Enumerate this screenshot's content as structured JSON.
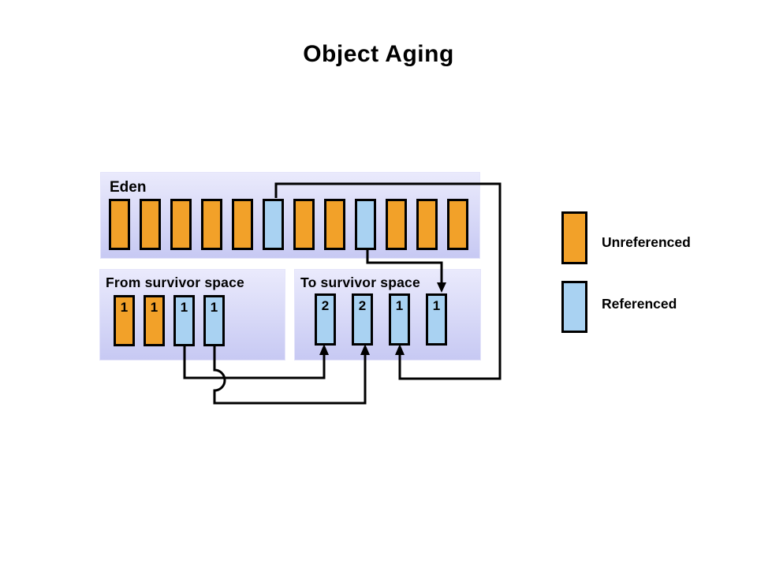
{
  "title": "Object Aging",
  "colors": {
    "unreferenced": "#F2A129",
    "referenced": "#A9D2F2",
    "region_top": "#EAEAFC",
    "region_bottom": "#C7C9F3",
    "outline": "#000000"
  },
  "eden": {
    "label": "Eden",
    "cells": [
      {
        "type": "unreferenced",
        "age": ""
      },
      {
        "type": "unreferenced",
        "age": ""
      },
      {
        "type": "unreferenced",
        "age": ""
      },
      {
        "type": "unreferenced",
        "age": ""
      },
      {
        "type": "unreferenced",
        "age": ""
      },
      {
        "type": "referenced",
        "age": ""
      },
      {
        "type": "unreferenced",
        "age": ""
      },
      {
        "type": "unreferenced",
        "age": ""
      },
      {
        "type": "referenced",
        "age": ""
      },
      {
        "type": "unreferenced",
        "age": ""
      },
      {
        "type": "unreferenced",
        "age": ""
      },
      {
        "type": "unreferenced",
        "age": ""
      }
    ]
  },
  "from_survivor": {
    "label": "From survivor space",
    "cells": [
      {
        "type": "unreferenced",
        "age": "1"
      },
      {
        "type": "unreferenced",
        "age": "1"
      },
      {
        "type": "referenced",
        "age": "1"
      },
      {
        "type": "referenced",
        "age": "1"
      }
    ]
  },
  "to_survivor": {
    "label": "To survivor space",
    "cells": [
      {
        "type": "referenced",
        "age": "2"
      },
      {
        "type": "referenced",
        "age": "2"
      },
      {
        "type": "referenced",
        "age": "1"
      },
      {
        "type": "referenced",
        "age": "1"
      }
    ]
  },
  "legend": {
    "items": [
      {
        "type": "unreferenced",
        "label": "Unreferenced"
      },
      {
        "type": "referenced",
        "label": "Referenced"
      }
    ]
  }
}
